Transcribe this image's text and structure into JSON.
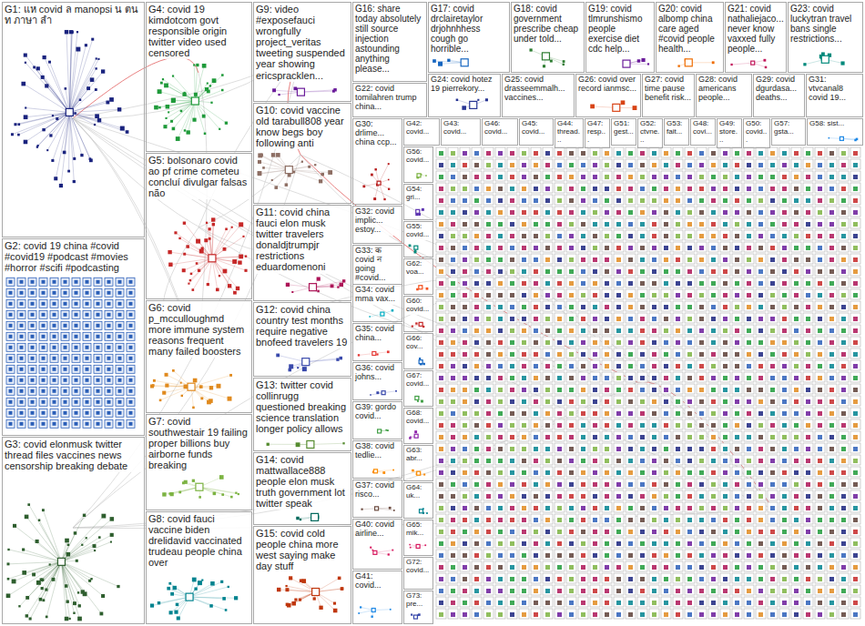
{
  "diagram": {
    "nodes": [
      {
        "text": [
          "G1: แห covid ล manopsi น ตน ท ภาษา ลำ"
        ]
      },
      {
        "text": [
          "G2: covid 19 china #covid #covid19 #podcast #movies #horror #scifi #podcasting"
        ]
      },
      {
        "text": [
          "G3: covid elonmusk twitter thread files vaccines news censorship breaking debate"
        ]
      },
      {
        "text": [
          "G4: covid 19 kimdotcom govt responsible origin twitter video used censored"
        ]
      },
      {
        "text": [
          "G5: bolsonaro covid ao pf crime cometeu concluí divulgar falsas não"
        ]
      },
      {
        "text": [
          "G6: covid p_mcculloughmd more immune system reasons frequent many failed boosters"
        ]
      },
      {
        "text": [
          "G7: covid southwestair 19 failing proper billions buy airborne funds breaking"
        ]
      },
      {
        "text": [
          "G8: covid fauci vaccine biden drelidavid vaccinated trudeau people china over"
        ]
      },
      {
        "text": [
          "G9: video #exposefauci wrongfully project_veritas tweeting suspended year showing ericspracklen..."
        ]
      },
      {
        "text": [
          "G10: covid vaccine old tarabull808 year know begs boy following anti"
        ]
      },
      {
        "text": [
          "G11: covid china fauci elon musk twitter travelers donaldjtrumpjr restrictions eduardomenoni"
        ]
      },
      {
        "text": [
          "G12: covid china country test months require negative bnofeed travelers 19"
        ]
      },
      {
        "text": [
          "G13: twitter covid collinrugg questioned breaking science translation longer policy allows"
        ]
      },
      {
        "text": [
          "G14: covid mattwallace888 people elon musk truth government lot twitter speak"
        ]
      },
      {
        "text": [
          "G15: covid cold people china more west saying make day stuff"
        ]
      },
      {
        "text": [
          "G16: share today absolutely still source injection astounding anything please..."
        ]
      },
      {
        "text": [
          "G17: covid drclairetaylor drjohnhhess cough go horrible..."
        ]
      },
      {
        "text": [
          "G18: covid government prescribe cheap under told..."
        ]
      },
      {
        "text": [
          "G19: covid tlmrunshismo people exercise diet cdc help..."
        ]
      },
      {
        "text": [
          "G20: covid albomp china care aged #covid people health..."
        ]
      },
      {
        "text": [
          "G21: covid nathaliejaco... never know vaxxed fully people..."
        ]
      },
      {
        "text": [
          "G23: covid luckytran travel bans single restrictions..."
        ]
      },
      {
        "text": [
          "G22: covid tomilahren trump china..."
        ]
      },
      {
        "text": [
          "G24: covid hotez 19 pierrekory..."
        ]
      },
      {
        "text": [
          "G25: covid drasseemmalh... vaccines..."
        ]
      },
      {
        "text": [
          "G26: covid over record ianmsc..."
        ]
      },
      {
        "text": [
          "G27: covid time pause benefit risk..."
        ]
      },
      {
        "text": [
          "G28: covid americans people..."
        ]
      },
      {
        "text": [
          "G29: covid dgurdasa... deaths..."
        ]
      },
      {
        "text": [
          "G31: vtvcanal8 covid 19..."
        ]
      },
      {
        "text": [
          "G30: drlime... china ccp..."
        ]
      },
      {
        "text": [
          "G42: covid..."
        ]
      },
      {
        "text": [
          "G43: covid..."
        ]
      },
      {
        "text": [
          "G46: covid..."
        ]
      },
      {
        "text": [
          "G45: covid..."
        ]
      },
      {
        "text": [
          "G44: thread..."
        ]
      },
      {
        "text": [
          "G47: resp..."
        ]
      },
      {
        "text": [
          "G51: gest..."
        ]
      },
      {
        "text": [
          "G52: ctvne..."
        ]
      },
      {
        "text": [
          "G53: fait..."
        ]
      },
      {
        "text": [
          "G48: covi..."
        ]
      },
      {
        "text": [
          "G49: store..."
        ]
      },
      {
        "text": [
          "G50: covid..."
        ]
      },
      {
        "text": [
          "G57: gsta..."
        ]
      },
      {
        "text": [
          "G58: sist..."
        ]
      },
      {
        "text": [
          "G32: covid implic... estoy..."
        ]
      },
      {
        "text": [
          "G33: क covid ন going #covid..."
        ]
      },
      {
        "text": [
          "G34: covid mma vax..."
        ]
      },
      {
        "text": [
          "G35: covid china..."
        ]
      },
      {
        "text": [
          "G36: covid johns..."
        ]
      },
      {
        "text": [
          "G39: gordo covid..."
        ]
      },
      {
        "text": [
          "G38: covid tedlie..."
        ]
      },
      {
        "text": [
          "G37: covid risco..."
        ]
      },
      {
        "text": [
          "G40: covid airline..."
        ]
      },
      {
        "text": [
          "G41: covid..."
        ]
      },
      {
        "text": [
          "G56: covid..."
        ]
      },
      {
        "text": [
          "G54: gri..."
        ]
      },
      {
        "text": [
          "G55: covid..."
        ]
      },
      {
        "text": [
          "G62: voa..."
        ]
      },
      {
        "text": [
          "G60: covid..."
        ]
      },
      {
        "text": [
          "G66: cov..."
        ]
      },
      {
        "text": [
          "G67: covid..."
        ]
      },
      {
        "text": [
          "G68: covid..."
        ]
      },
      {
        "text": [
          "G63: abr..."
        ]
      },
      {
        "text": [
          "G64: uk..."
        ]
      },
      {
        "text": [
          "G65: mik..."
        ]
      },
      {
        "text": [
          "G72: covid..."
        ]
      },
      {
        "text": [
          "G73: pre..."
        ]
      }
    ]
  }
}
